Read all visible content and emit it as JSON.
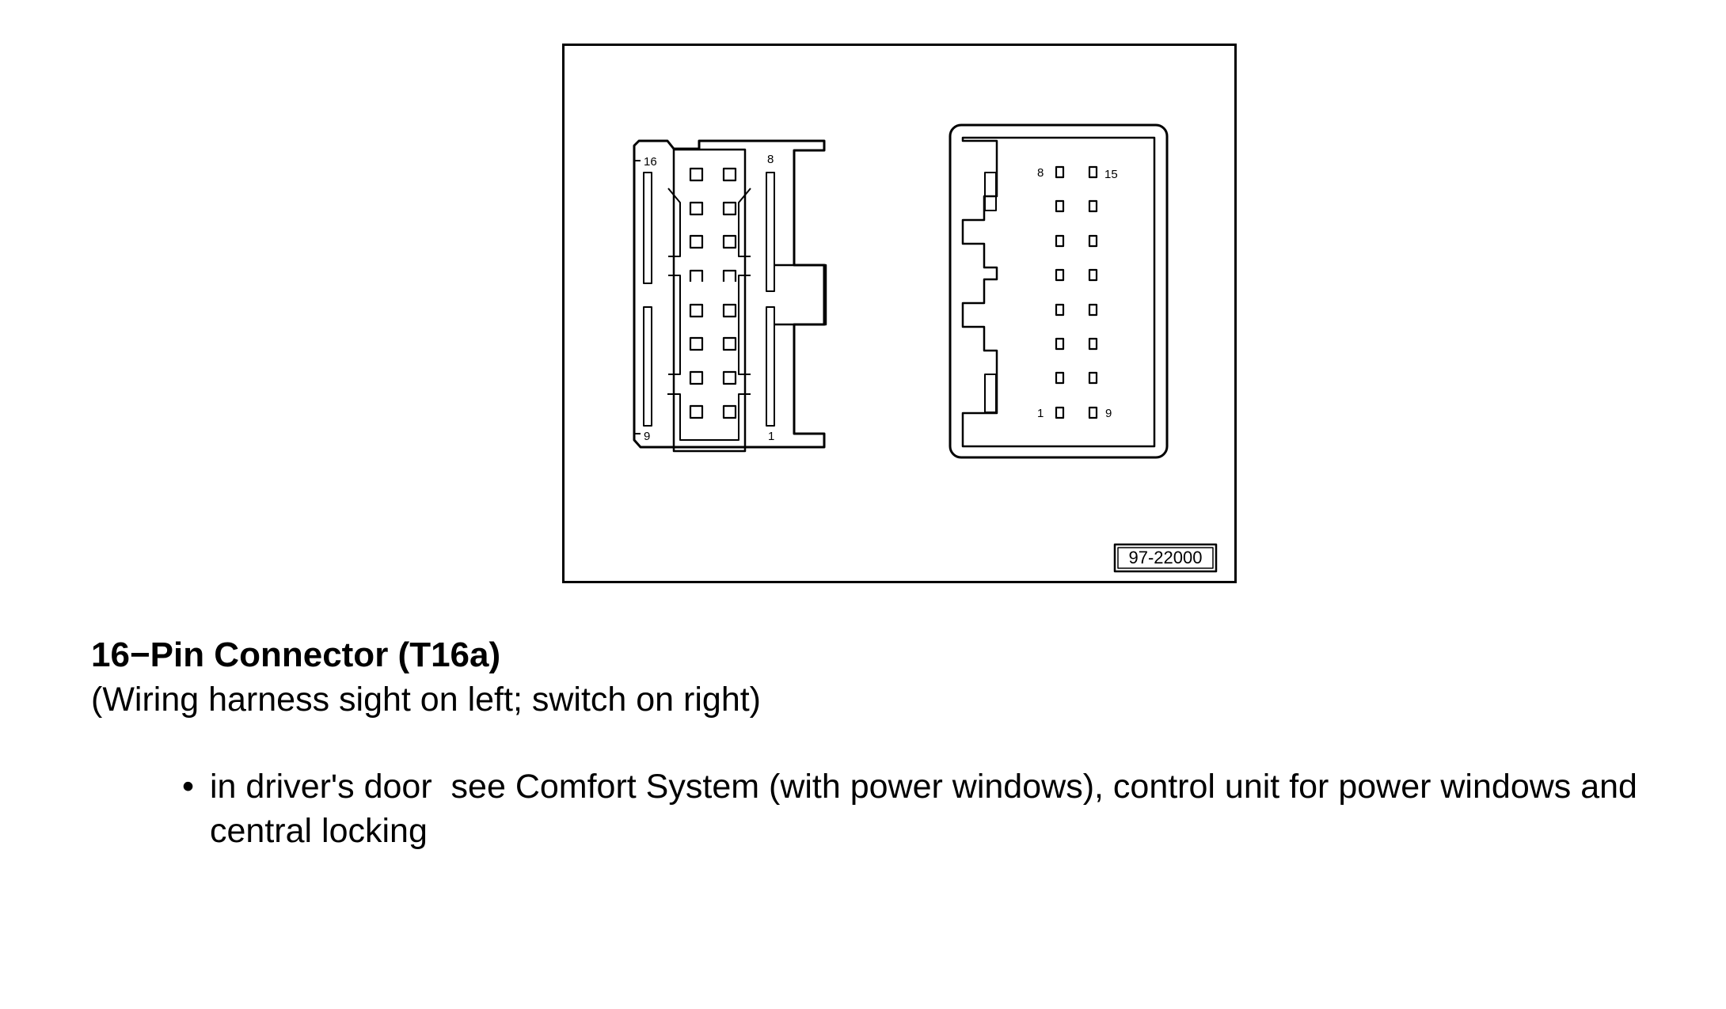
{
  "figure": {
    "ref_code": "97-22000",
    "left_connector": {
      "label_top_left": "16",
      "label_top_right": "8",
      "label_bottom_left": "9",
      "label_bottom_right": "1"
    },
    "right_connector": {
      "label_top_left": "8",
      "label_top_right": "15",
      "label_bottom_left": "1",
      "label_bottom_right": "9"
    }
  },
  "heading": "16−Pin Connector (T16a)",
  "subheading": "(Wiring harness sight on left; switch on right)",
  "bullets": [
    {
      "marker": "•",
      "text": "in driver's door  see Comfort System (with power windows), control unit for power windows and central locking"
    }
  ]
}
